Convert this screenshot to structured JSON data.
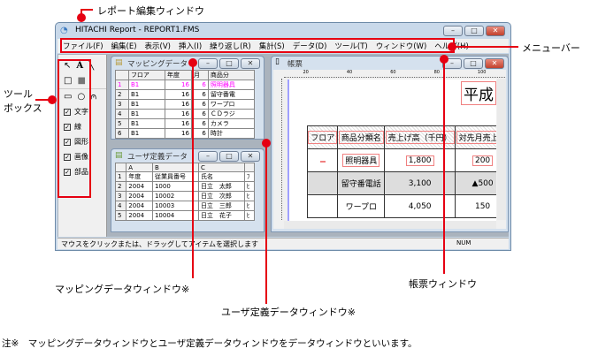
{
  "callouts": {
    "report_edit_window": "レポート編集ウィンドウ",
    "menubar": "メニューバー",
    "toolbox": [
      "ツール",
      "ボックス"
    ],
    "mapping_window": "マッピングデータウィンドウ※",
    "userdef_window": "ユーザ定義データウィンドウ※",
    "report_window": "帳票ウィンドウ"
  },
  "footnote": "注※　マッピングデータウィンドウとユーザ定義データウィンドウをデータウィンドウといいます。",
  "app": {
    "title": "HITACHI Report - REPORT1.FMS",
    "menu": [
      "ファイル(F)",
      "編集(E)",
      "表示(V)",
      "挿入(I)",
      "繰り返し(R)",
      "集計(S)",
      "データ(D)",
      "ツール(T)",
      "ウィンドウ(W)",
      "ヘルプ(H)"
    ],
    "toolbox": {
      "checks": [
        "文字",
        "線",
        "図形",
        "画像",
        "部品"
      ]
    },
    "status": "マウスをクリックまたは、ドラッグしてアイテムを選択します",
    "num": "NUM"
  },
  "mapping": {
    "title": "マッピングデータ",
    "headers": [
      "",
      "フロア",
      "年度",
      "月",
      "商品分"
    ],
    "rows": [
      [
        "1",
        "B1",
        "16",
        "6",
        "照明器具"
      ],
      [
        "2",
        "B1",
        "16",
        "6",
        "留守番電"
      ],
      [
        "3",
        "B1",
        "16",
        "6",
        "ワープロ"
      ],
      [
        "4",
        "B1",
        "16",
        "6",
        "ＣＤラジ"
      ],
      [
        "5",
        "B1",
        "16",
        "6",
        "カメラ"
      ],
      [
        "6",
        "B1",
        "16",
        "6",
        "時計"
      ]
    ]
  },
  "userdef": {
    "title": "ユーザ定義データ",
    "headers": [
      "",
      "A",
      "B",
      "C",
      ""
    ],
    "rows": [
      [
        "1",
        "年度",
        "従業員番号",
        "氏名",
        "ﾌ"
      ],
      [
        "2",
        "2004",
        "1000",
        "日立　太郎",
        "ﾋ"
      ],
      [
        "3",
        "2004",
        "10002",
        "日立　次郎",
        "ﾋ"
      ],
      [
        "4",
        "2004",
        "10003",
        "日立　三郎",
        "ﾋ"
      ],
      [
        "5",
        "2004",
        "10004",
        "日立　花子",
        "ﾋ"
      ]
    ]
  },
  "report": {
    "title": "帳票",
    "heading": "平成",
    "ruler": [
      "20",
      "40",
      "60",
      "80",
      "100"
    ],
    "headers": [
      "フロア",
      "商品分類名",
      "売上げ高（千円）",
      "対先月売上げ"
    ],
    "rows": [
      [
        "",
        "照明器具",
        "1,800",
        "200"
      ],
      [
        "",
        "留守番電話",
        "3,100",
        "▲500"
      ],
      [
        "",
        "ワープロ",
        "4,050",
        "150"
      ]
    ]
  },
  "colors": {
    "callout": "#e60012",
    "highlight_row": "#ff00ff"
  }
}
